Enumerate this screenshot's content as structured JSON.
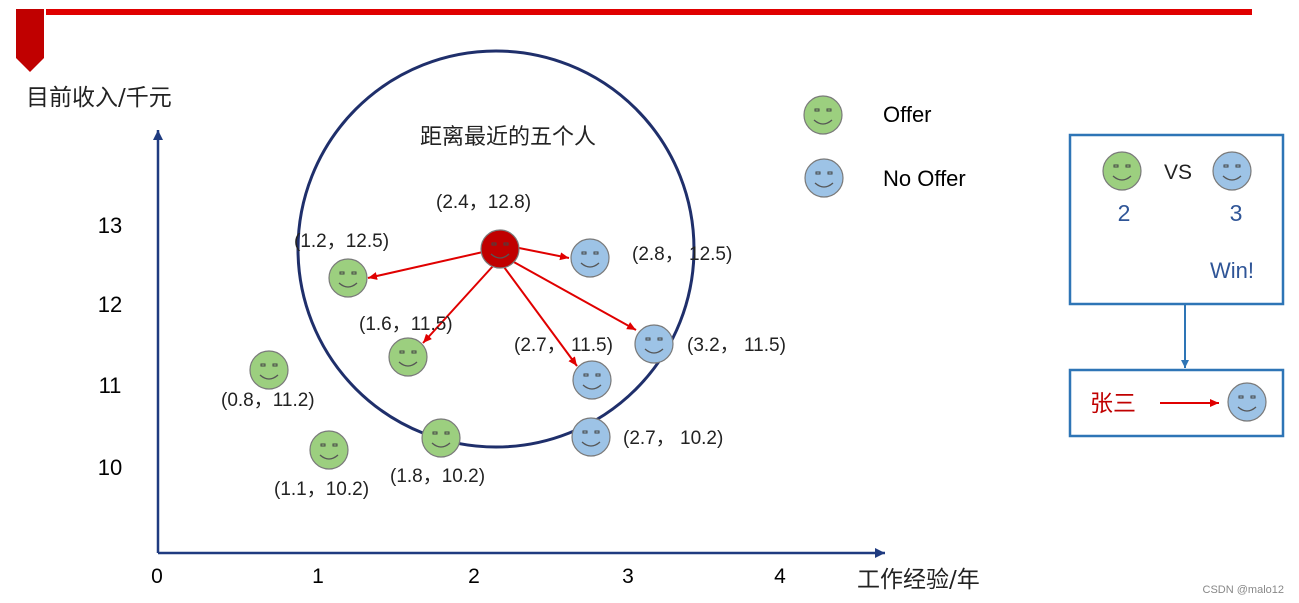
{
  "axes": {
    "y_label": "目前收入/千元",
    "x_label": "工作经验/年",
    "x_ticks": [
      "0",
      "1",
      "2",
      "3",
      "4"
    ],
    "y_ticks": [
      "13",
      "12",
      "11",
      "10"
    ]
  },
  "circle_title": "距离最近的五个人",
  "legend": [
    {
      "label": "Offer",
      "color": "#9ccf7f"
    },
    {
      "label": "No Offer",
      "color": "#9dc3e6"
    }
  ],
  "colors": {
    "offer": "#9ccf7f",
    "no_offer": "#9dc3e6",
    "target": "#c00000",
    "accent": "#e00000",
    "frame": "#2e75b6",
    "circle": "#1f2f6b"
  },
  "points": [
    {
      "label": "(2.4，12.8)",
      "class": "target"
    },
    {
      "label": "(1.2，12.5)",
      "class": "offer"
    },
    {
      "label": "(2.8，  12.5)",
      "class": "no_offer"
    },
    {
      "label": "(1.6，11.5)",
      "class": "offer"
    },
    {
      "label": "(2.7，  11.5)",
      "class": "no_offer"
    },
    {
      "label": "(3.2，  11.5)",
      "class": "no_offer"
    },
    {
      "label": "(0.8，11.2)",
      "class": "offer"
    },
    {
      "label": "(1.1，10.2)",
      "class": "offer"
    },
    {
      "label": "(1.8，10.2)",
      "class": "offer"
    },
    {
      "label": "(2.7，  10.2)",
      "class": "no_offer"
    }
  ],
  "vote_box": {
    "vs": "VS",
    "offer_count": "2",
    "no_offer_count": "3",
    "result": "Win!"
  },
  "result_box": {
    "name": "张三"
  },
  "watermark": "CSDN @malo12"
}
